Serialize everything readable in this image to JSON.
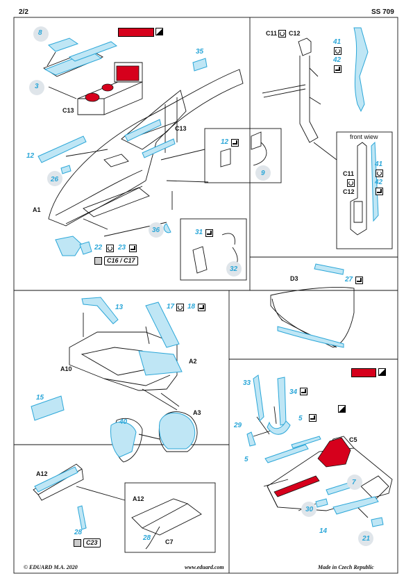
{
  "header": {
    "page": "2/2",
    "set_code": "SS 709"
  },
  "footer": {
    "copyright": "© EDUARD  M.A. 2020",
    "website": "www.eduard.com",
    "origin": "Made in Czech Republic"
  },
  "colors": {
    "etch_blue": "#2aa6d8",
    "paint_red": "#d6001c",
    "line": "#111111",
    "highlight_circle": "#dfe5ea"
  },
  "panel1": {
    "kit_parts": [
      "C13",
      "C13",
      "A1"
    ],
    "photo_etch_parts": [
      "8",
      "3",
      "35",
      "12",
      "26",
      "36",
      "22",
      "23"
    ],
    "inset_upper": {
      "parts": [
        "12",
        "9"
      ]
    },
    "inset_lower": {
      "parts": [
        "31",
        "32"
      ]
    },
    "replace_box": "C16 / C17",
    "icons": [
      "red-swatch-icon",
      "half-diagonal-icon",
      "fold-icon",
      "bend-icon"
    ]
  },
  "panel2": {
    "kit_parts": [
      "C11",
      "C12",
      "C11",
      "C12"
    ],
    "photo_etch_parts": [
      "41",
      "42",
      "41",
      "42"
    ],
    "inset_caption": "front wiew"
  },
  "panel3": {
    "kit_parts": [
      "D3"
    ],
    "photo_etch_parts": [
      "27"
    ]
  },
  "panel4": {
    "kit_parts": [
      "A10",
      "A2",
      "A3"
    ],
    "photo_etch_parts": [
      "13",
      "17",
      "18",
      "15",
      "40"
    ]
  },
  "panel5": {
    "kit_parts": [
      "C5"
    ],
    "photo_etch_parts": [
      "33",
      "34",
      "29",
      "5",
      "5",
      "7",
      "30",
      "14",
      "21"
    ]
  },
  "panel6": {
    "kit_parts": [
      "A12",
      "A12",
      "C7"
    ],
    "photo_etch_parts": [
      "28",
      "28"
    ],
    "replace_box": "C23"
  }
}
